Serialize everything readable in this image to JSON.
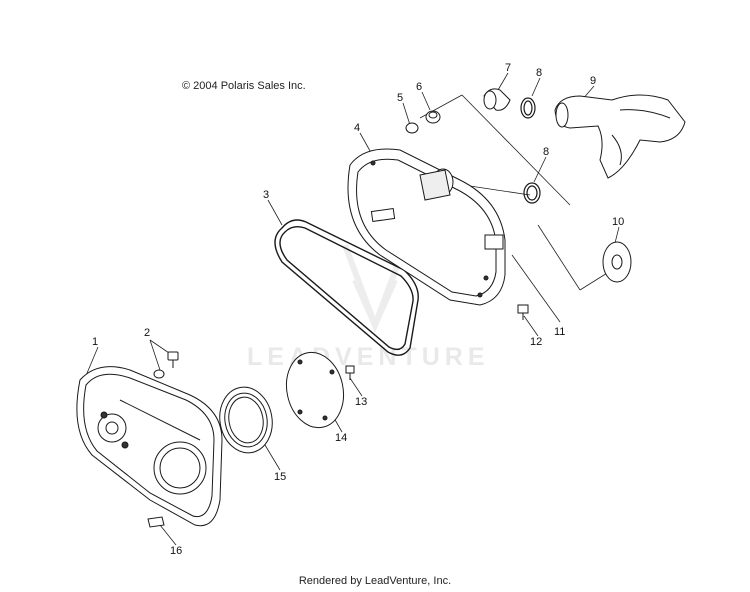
{
  "header": {
    "copyright": "© 2004 Polaris Sales Inc."
  },
  "footer": {
    "rendered_by": "Rendered by LeadVenture, Inc."
  },
  "watermark": {
    "text": "LEADVENTURE",
    "color": "#e9e9e9"
  },
  "callouts": [
    "1",
    "2",
    "3",
    "4",
    "5",
    "6",
    "7",
    "8",
    "8",
    "9",
    "10",
    "11",
    "12",
    "13",
    "14",
    "15",
    "16"
  ],
  "colors": {
    "line": "#1a1a1a",
    "fill": "#ffffff",
    "shade": "#d8d8d8"
  }
}
